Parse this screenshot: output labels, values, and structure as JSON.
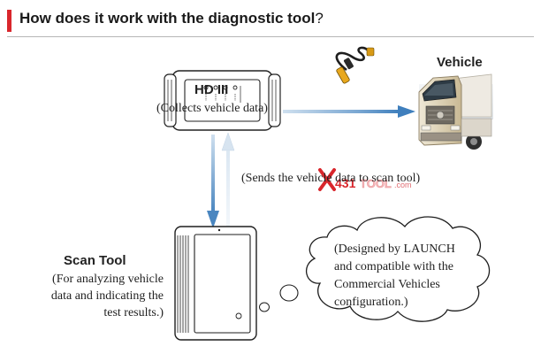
{
  "header": {
    "title": "How does it work with the diagnostic tool",
    "question_mark": "?",
    "accent_color": "#d9262c"
  },
  "hd": {
    "name": "HD III",
    "description": "(Collects vehicle data)"
  },
  "vehicle": {
    "name": "Vehicle"
  },
  "link": {
    "caption": "(Sends the vehicle data to scan tool)"
  },
  "scan_tool": {
    "name": "Scan Tool",
    "description_lines": [
      "(For analyzing vehicle",
      "data and indicating the",
      "test results.)"
    ]
  },
  "bubble": {
    "lines": [
      "(Designed by LAUNCH",
      "and compatible with the",
      "Commercial Vehicles",
      "configuration.)"
    ]
  },
  "watermark": {
    "brand_number": "431",
    "brand_word": "TOOL",
    "brand_suffix": ".com"
  },
  "colors": {
    "arrow_blue": "#4a86c0",
    "arrow_blue_light": "#cfe0ef",
    "truck_cab": "#d8cdb5",
    "truck_box": "#ece8e0"
  }
}
